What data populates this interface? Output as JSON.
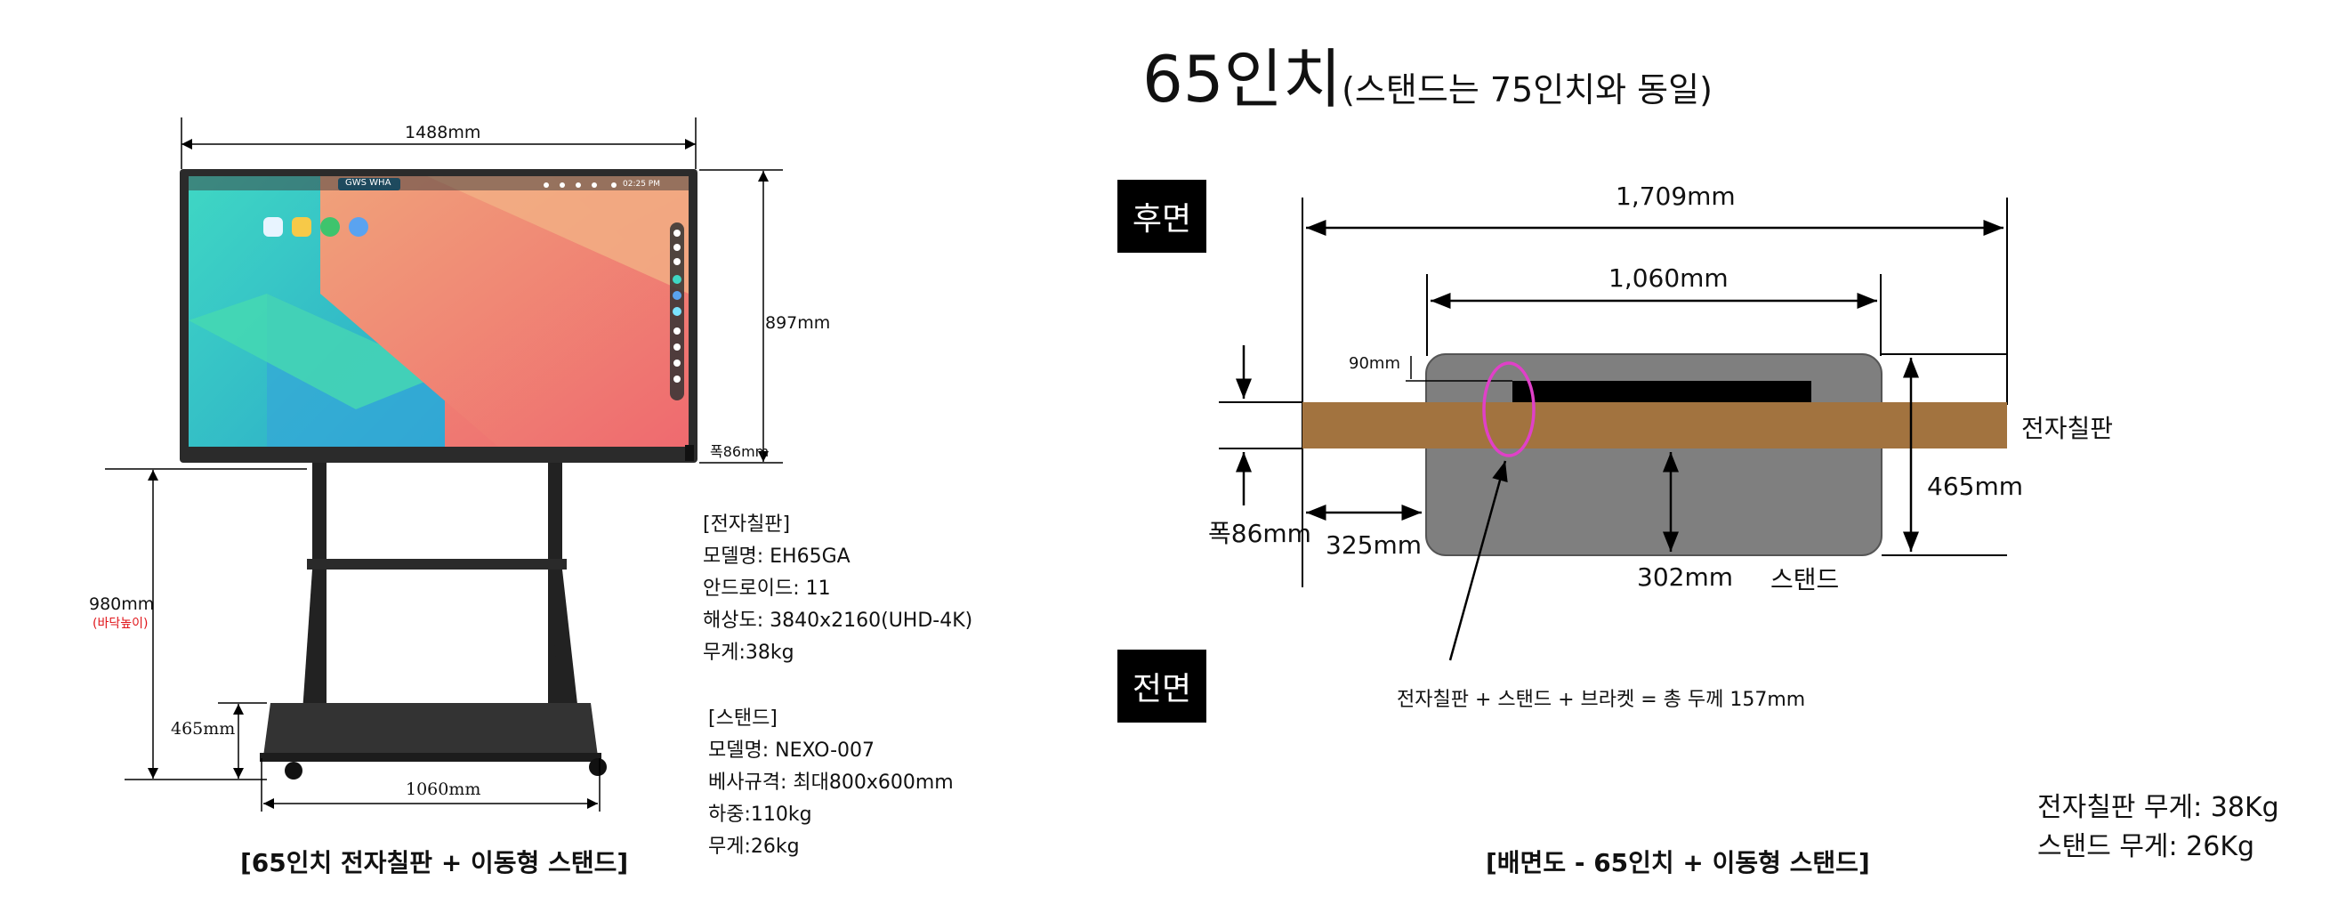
{
  "left": {
    "dim_width": "1488mm",
    "dim_height": "897mm",
    "dim_depth": "폭86mm",
    "dim_floor": "980mm",
    "dim_floor_note": "(바닥높이)",
    "dim_shelf": "465mm",
    "dim_base": "1060mm",
    "screen_brand": "GWS WHA",
    "screen_time": "02:25 PM",
    "board_spec": {
      "heading": "[전자칠판]",
      "lines": [
        "모델명: EH65GA",
        "안드로이드: 11",
        "해상도: 3840x2160(UHD-4K)",
        "무게:38kg"
      ]
    },
    "stand_spec": {
      "heading": "[스탠드]",
      "lines": [
        "모델명: NEXO-007",
        "베사규격: 최대800x600mm",
        "하중:110kg",
        "무게:26kg"
      ]
    },
    "caption": "[65인치 전자칠판 + 이동형 스탠드]"
  },
  "right": {
    "title_main": "65인치",
    "title_sub": "(스탠드는 75인치와 동일)",
    "label_rear": "후면",
    "label_front": "전면",
    "dim_total": "1,709mm",
    "dim_stand": "1,060mm",
    "dim_90": "90mm",
    "dim_depth": "폭86mm",
    "dim_325": "325mm",
    "dim_302": "302mm",
    "dim_465": "465mm",
    "label_board": "전자칠판",
    "label_stand": "스탠드",
    "note": "전자칠판 + 스탠드 + 브라켓 = 총 두께 157mm",
    "weight_board": "전자칠판 무게: 38Kg",
    "weight_stand": "스탠드 무게: 26Kg",
    "caption": "[배면도 - 65인치 + 이동형 스탠드]"
  },
  "colors": {
    "board_brown": "#a2733f",
    "stand_grey": "#7f7f7f",
    "highlight_ellipse": "#e040c8"
  }
}
